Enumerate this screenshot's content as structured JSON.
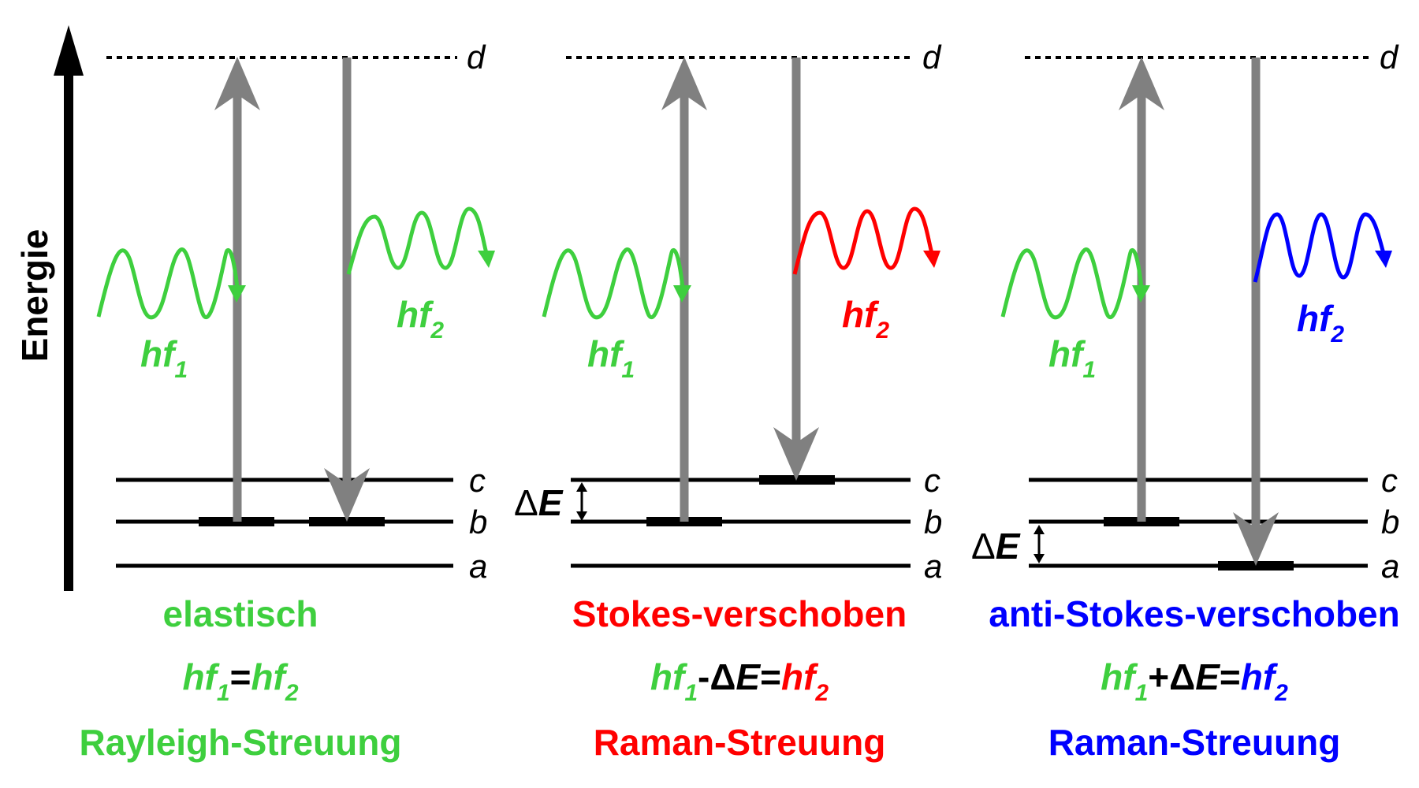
{
  "axis": {
    "label": "Energie"
  },
  "levels": {
    "a": "a",
    "b": "b",
    "c": "c",
    "d": "d"
  },
  "colors": {
    "green": "#3ecf3e",
    "red": "#ff0000",
    "blue": "#0000ff",
    "arrow": "#808080",
    "black": "#000000"
  },
  "photon": {
    "prefix": "hf",
    "sub1": "1",
    "sub2": "2"
  },
  "delta": {
    "symbol": "Δ",
    "letter": "E"
  },
  "panels": [
    {
      "id": "rayleigh",
      "caption1": "elastisch",
      "caption1_color": "#3ecf3e",
      "formula_op": "=",
      "caption3": "Rayleigh-Streuung",
      "caption3_color": "#3ecf3e",
      "out_color": "#3ecf3e"
    },
    {
      "id": "stokes",
      "caption1": "Stokes-verschoben",
      "caption1_color": "#ff0000",
      "formula_op": "-",
      "caption3": "Raman-Streuung",
      "caption3_color": "#ff0000",
      "out_color": "#ff0000"
    },
    {
      "id": "anti-stokes",
      "caption1": "anti-Stokes-verschoben",
      "caption1_color": "#0000ff",
      "formula_op": "+",
      "caption3": "Raman-Streuung",
      "caption3_color": "#0000ff",
      "out_color": "#0000ff"
    }
  ]
}
